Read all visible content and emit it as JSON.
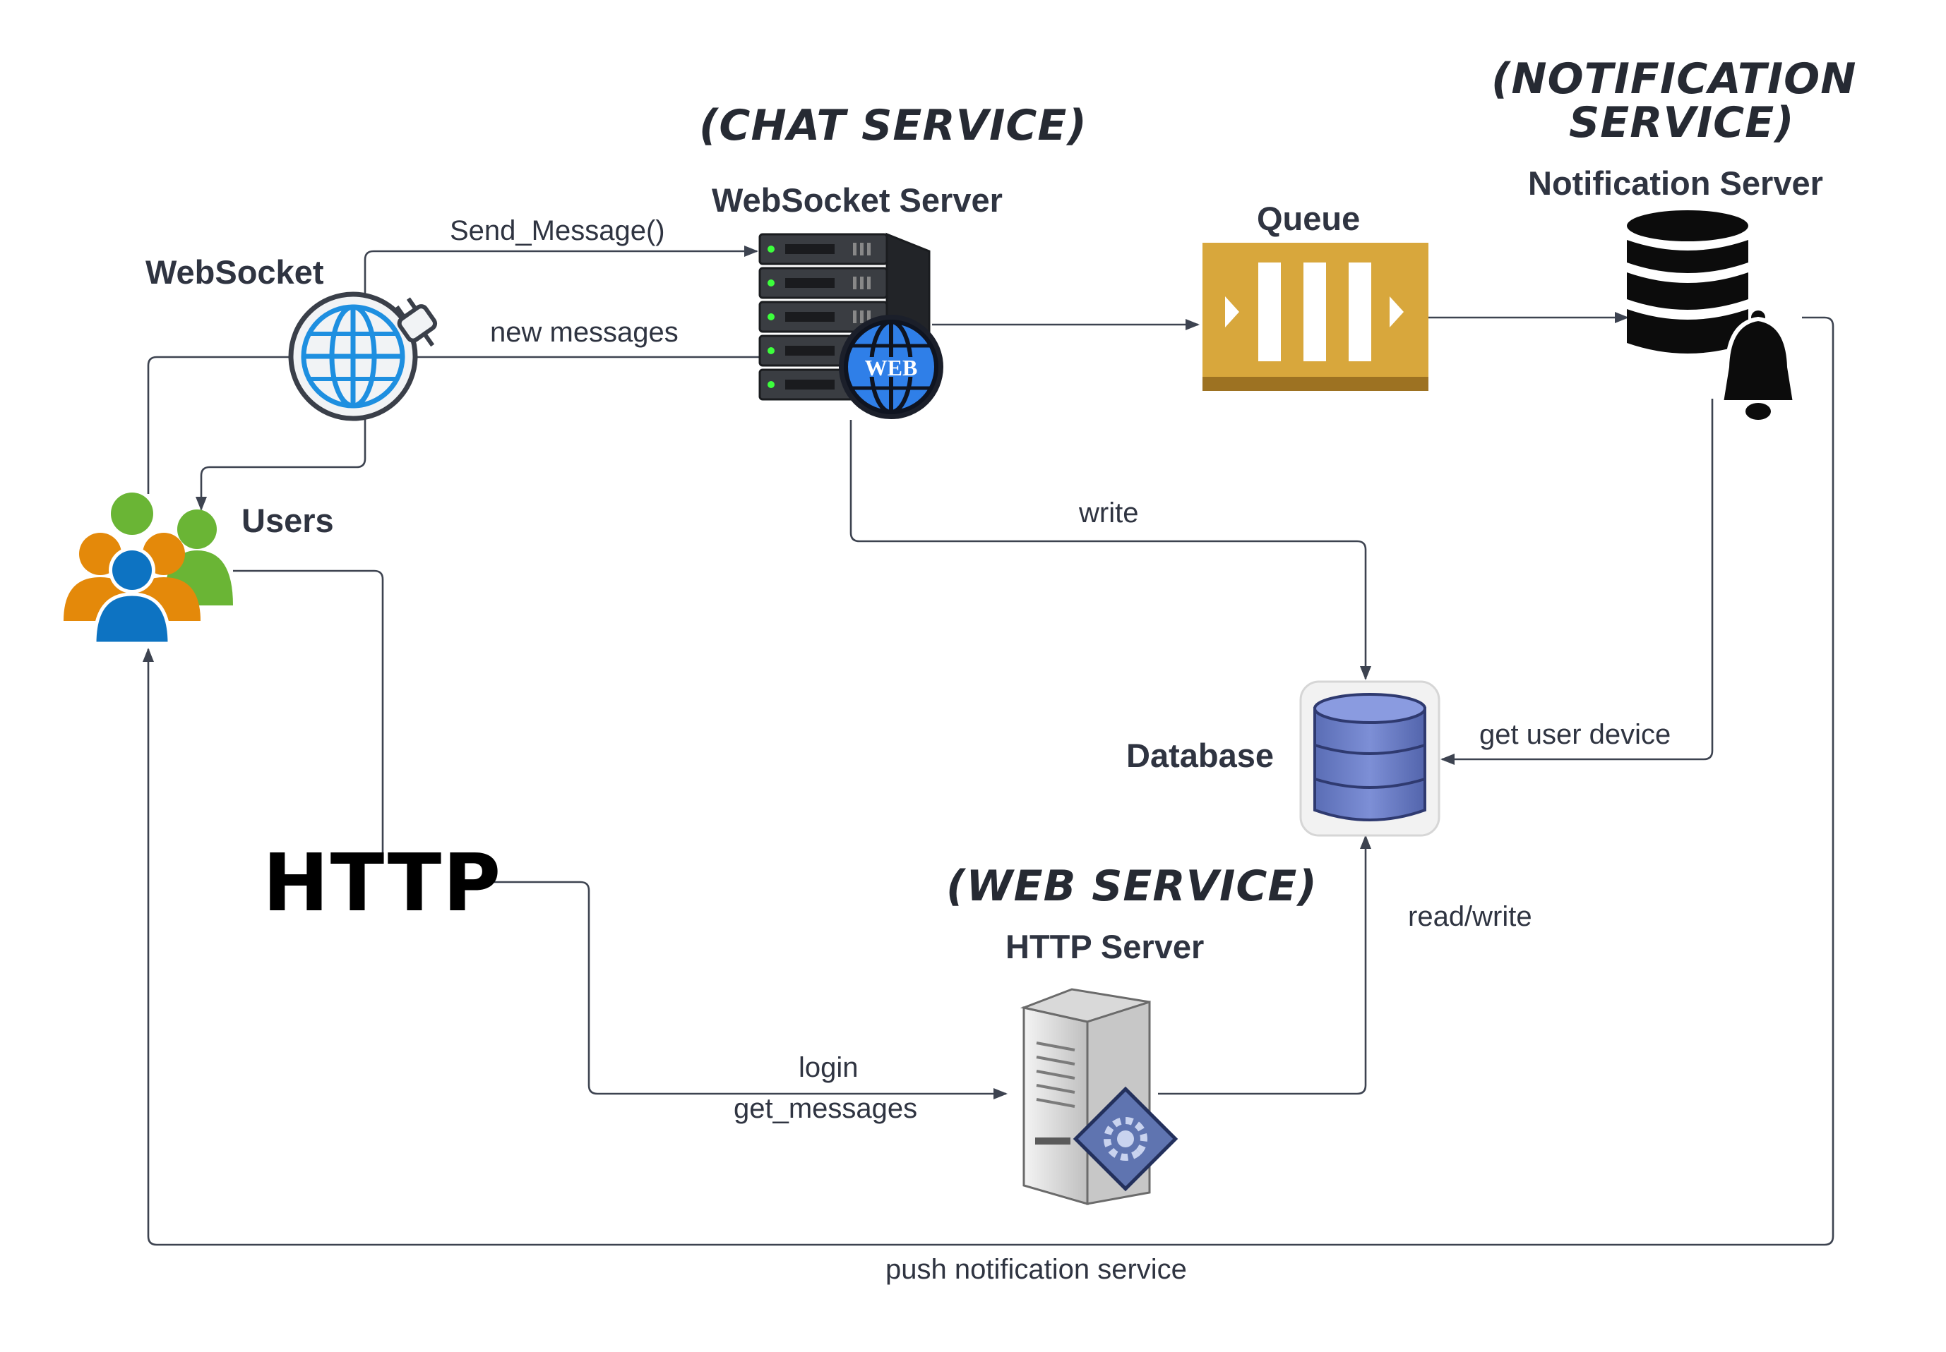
{
  "diagram": {
    "groups": {
      "chat": "(CHAT SERVICE)",
      "notification_line1": "(NOTIFICATION",
      "notification_line2": "SERVICE)",
      "web": "(WEB SERVICE)"
    },
    "nodes": {
      "websocket": "WebSocket",
      "websocket_server": "WebSocket Server",
      "queue": "Queue",
      "notification_server": "Notification Server",
      "users": "Users",
      "database": "Database",
      "http_server": "HTTP Server",
      "http": "HTTP",
      "web_badge": "WEB"
    },
    "edges": {
      "send_message": "Send_Message()",
      "new_messages": "new messages",
      "write": "write",
      "get_user_device": "get user device",
      "read_write": "read/write",
      "login": "login",
      "get_messages": "get_messages",
      "push_notification": "push notification service"
    },
    "colors": {
      "edge": "#3d4350",
      "queue": "#d8a73c",
      "database": "#6b7fc4",
      "users_green": "#6ab535",
      "users_orange": "#e4890a",
      "users_blue": "#0d73c2",
      "globe_blue": "#1e8fe0"
    }
  }
}
